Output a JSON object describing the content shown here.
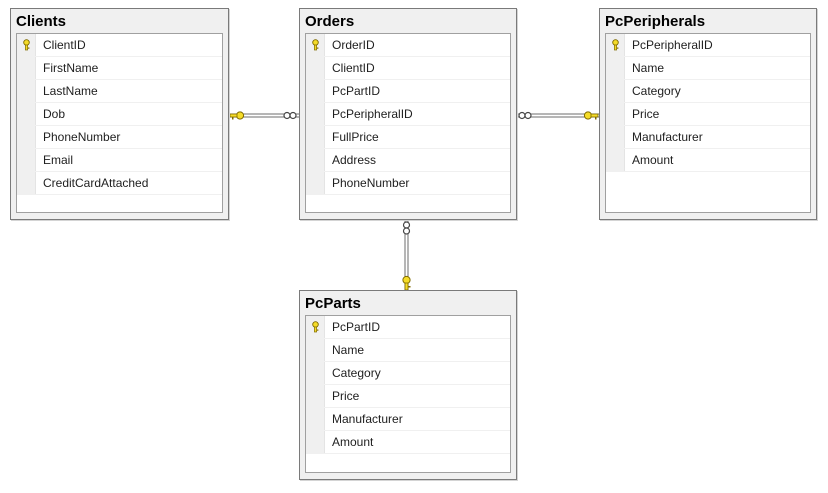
{
  "colors": {
    "key_fill": "#f5dc28",
    "key_stroke": "#7f6a00",
    "connector_line": "#6e6e6e"
  },
  "tables": [
    {
      "name": "Clients",
      "columns": [
        {
          "name": "ClientID",
          "primary_key": true
        },
        {
          "name": "FirstName",
          "primary_key": false
        },
        {
          "name": "LastName",
          "primary_key": false
        },
        {
          "name": "Dob",
          "primary_key": false
        },
        {
          "name": "PhoneNumber",
          "primary_key": false
        },
        {
          "name": "Email",
          "primary_key": false
        },
        {
          "name": "CreditCardAttached",
          "primary_key": false
        }
      ]
    },
    {
      "name": "Orders",
      "columns": [
        {
          "name": "OrderID",
          "primary_key": true
        },
        {
          "name": "ClientID",
          "primary_key": false
        },
        {
          "name": "PcPartID",
          "primary_key": false
        },
        {
          "name": "PcPeripheralID",
          "primary_key": false
        },
        {
          "name": "FullPrice",
          "primary_key": false
        },
        {
          "name": "Address",
          "primary_key": false
        },
        {
          "name": "PhoneNumber",
          "primary_key": false
        }
      ]
    },
    {
      "name": "PcPeripherals",
      "columns": [
        {
          "name": "PcPeripheralID",
          "primary_key": true
        },
        {
          "name": "Name",
          "primary_key": false
        },
        {
          "name": "Category",
          "primary_key": false
        },
        {
          "name": "Price",
          "primary_key": false
        },
        {
          "name": "Manufacturer",
          "primary_key": false
        },
        {
          "name": "Amount",
          "primary_key": false
        }
      ]
    },
    {
      "name": "PcParts",
      "columns": [
        {
          "name": "PcPartID",
          "primary_key": true
        },
        {
          "name": "Name",
          "primary_key": false
        },
        {
          "name": "Category",
          "primary_key": false
        },
        {
          "name": "Price",
          "primary_key": false
        },
        {
          "name": "Manufacturer",
          "primary_key": false
        },
        {
          "name": "Amount",
          "primary_key": false
        }
      ]
    }
  ],
  "relationships": [
    {
      "one_side": "Clients",
      "many_side": "Orders"
    },
    {
      "one_side": "PcPeripherals",
      "many_side": "Orders"
    },
    {
      "one_side": "PcParts",
      "many_side": "Orders"
    }
  ]
}
